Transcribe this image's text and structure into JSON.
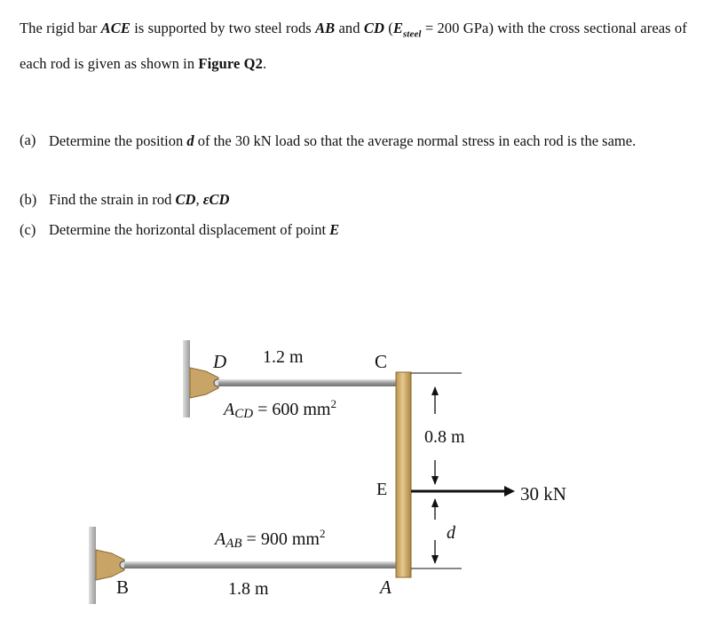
{
  "intro": {
    "t1": "The rigid bar ",
    "t2": "ACE",
    "t3": " is supported by two steel rods ",
    "t4": "AB",
    "t5": " and ",
    "t6": "CD",
    "t7": " (",
    "t8": "E",
    "t9": "steel",
    "t10": " = 200 GPa) with the cross sectional areas of each rod is given as shown in ",
    "t11": "Figure Q2",
    "t12": "."
  },
  "questions": {
    "a": {
      "label": "(a)",
      "t1": "Determine the position ",
      "t2": "d",
      "t3": " of the 30 kN load so that the average normal stress in each rod is the same."
    },
    "b": {
      "label": "(b)",
      "t1": "Find the strain in rod ",
      "t2": "CD",
      "t3": ", ",
      "t4": "εCD"
    },
    "c": {
      "label": "(c)",
      "t1": "Determine the horizontal displacement of point ",
      "t2": "E"
    }
  },
  "figure": {
    "label_D": "D",
    "label_C": "C",
    "label_E": "E",
    "label_B": "B",
    "label_A": "A",
    "len_cd": "1.2 m",
    "len_ab": "1.8 m",
    "area_cd_pre": "A",
    "area_cd_sub": "CD",
    "area_cd_val": " = 600 mm",
    "area_ab_pre": "A",
    "area_ab_sub": "AB",
    "area_ab_val": " = 900 mm",
    "sup": "2",
    "dim_ce": "0.8 m",
    "dim_ea": "d",
    "load": "30 kN",
    "colors": {
      "bar": "#d9b878",
      "rod": "#b8b8b8",
      "wall": "#c8c8c8",
      "bracket": "#d9b878"
    }
  }
}
